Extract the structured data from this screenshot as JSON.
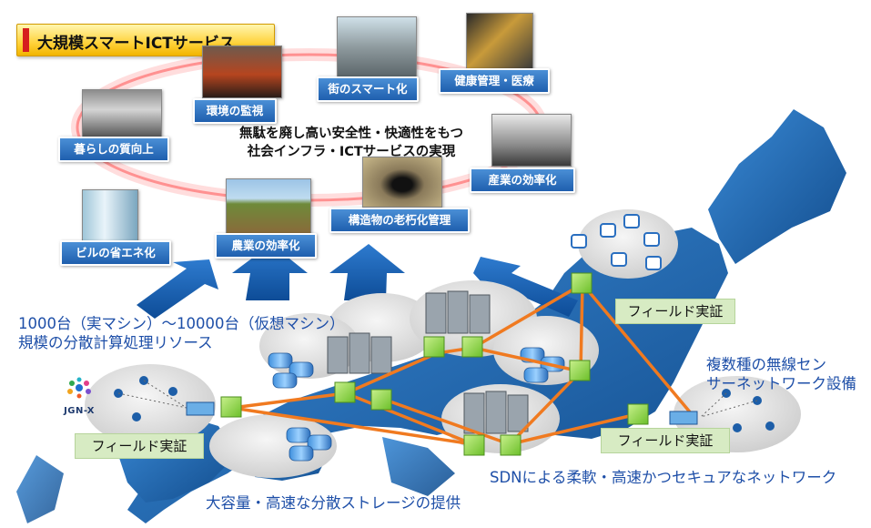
{
  "title": "大規模スマートICTサービス",
  "services": [
    {
      "label": "環境の監視",
      "icon": "volcano-photo"
    },
    {
      "label": "街のスマート化",
      "icon": "city-street-photo"
    },
    {
      "label": "健康管理・医療",
      "icon": "fitness-photo"
    },
    {
      "label": "暮らしの質向上",
      "icon": "crowd-photo"
    },
    {
      "label": "産業の効率化",
      "icon": "factory-smoke-photo"
    },
    {
      "label": "構造物の老朽化管理",
      "icon": "tunnel-photo"
    },
    {
      "label": "農業の効率化",
      "icon": "farmland-photo"
    },
    {
      "label": "ビルの省エネ化",
      "icon": "skyscrapers-photo"
    }
  ],
  "center_text": {
    "line1": "無駄を廃し高い安全性・快適性をもつ",
    "line2": "社会インフラ・ICTサービスの実現"
  },
  "compute_text": {
    "line1": "1000台（実マシン）～10000台（仮想マシン）",
    "line2": "規模の分散計算処理リソース"
  },
  "storage_text": "大容量・高速な分散ストレージの提供",
  "network_text": "SDNによる柔軟・高速かつセキュアなネットワーク",
  "sensor_text": {
    "line1": "複数種の無線セン",
    "line2": "サーネットワーク設備"
  },
  "field_labels": [
    "フィールド実証",
    "フィールド実証",
    "フィールド実証"
  ],
  "logo_text": "JGN-X",
  "colors": {
    "label_blue": "#2a6fc0",
    "field_green": "#d7ebc3",
    "link_orange": "#f07a20",
    "map_blue": "#1f6fb8",
    "title_yellow": "#ffd23a"
  }
}
